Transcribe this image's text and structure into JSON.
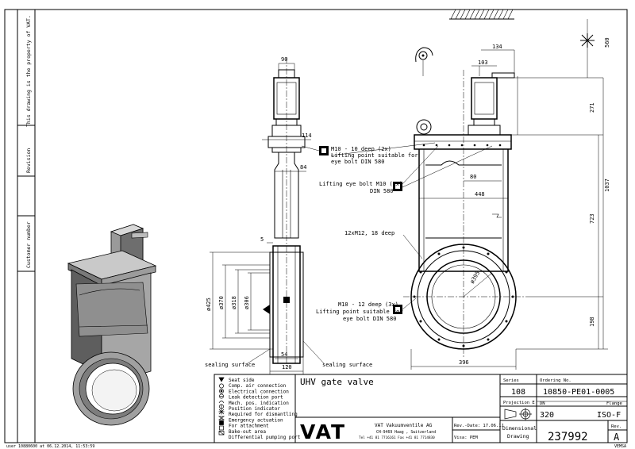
{
  "side": {
    "property": "This drawing is the property of VAT.",
    "revision": "Revision",
    "customer": "Customer number"
  },
  "footer": "user 10880600 at 06.12.2014, 11:53:59",
  "corner_mark": "VEMSA",
  "dims": {
    "w90": "90",
    "w114": "114",
    "w84": "84",
    "w5": "5",
    "w54": "54",
    "w120": "120",
    "d425": "ø425",
    "d370": "ø370",
    "d318": "ø318",
    "d306": "ø306",
    "w134": "134",
    "w103": "103",
    "h560": "560",
    "h271": "271",
    "h1037": "1037",
    "h723": "723",
    "h198": "198",
    "w80": "80",
    "w448": "448",
    "w396": "396",
    "d395": "ø395"
  },
  "notes": {
    "m10_top_1": "M10 - 10 deep (2x)",
    "m10_top_2": "Lifting point suitable for",
    "m10_top_3": "eye bolt DIN 580",
    "eye_1": "Lifting eye bolt M10 (2x)",
    "eye_2": "DIN 580",
    "m12": "12xM12, 18 deep",
    "m10_bot_1": "M10 - 12 deep (3x)",
    "m10_bot_2": "Lifting point suitable for",
    "m10_bot_3": "eye bolt DIN 580",
    "seal_left": "sealing surface",
    "seal_right": "sealing surface"
  },
  "legend": [
    "Seat side",
    "Comp. air connection",
    "Electrical connection",
    "Leak detection port",
    "Mech. pos. indication",
    "Position indicator",
    "Required for dismantling",
    "Emergency actuation",
    "For attachment",
    "Bake-out area",
    "Differential pumping port"
  ],
  "title_block": {
    "title": "UHV gate valve",
    "company": "VAT Vakuumventile AG",
    "address": "CH-9469 Haag , Switzerland",
    "phone": "Tel +41 81 7716161 Fax +41 81 7714830",
    "logo": "VAT",
    "rev_date": "Rev.-Date: 17.06.11",
    "visa": "Visa: PEM",
    "series_label": "Series",
    "series": "108",
    "ordering_label": "Ordering No.",
    "ordering": "10850-PE01-0005",
    "projection_label": "Projection E",
    "dn_label": "DN",
    "dn": "320",
    "flange_label": "Flange",
    "flange": "ISO-F",
    "dimensional": "Dimensional",
    "drawing": "Drawing",
    "drawing_no": "237992",
    "rev_label": "Rev.",
    "rev": "A"
  }
}
